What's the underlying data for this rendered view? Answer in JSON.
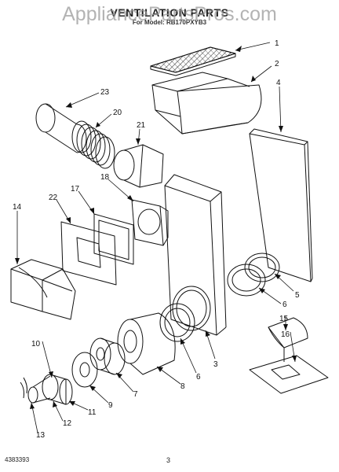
{
  "header": {
    "title": "VENTILATION PARTS",
    "subtitle": "For Model: RB170PXYB3",
    "watermark": "AppliancePartsPros.com"
  },
  "footer": {
    "doc_number": "4383393",
    "page_number": "3"
  },
  "callouts": [
    {
      "label": "1"
    },
    {
      "label": "2"
    },
    {
      "label": "4"
    },
    {
      "label": "23"
    },
    {
      "label": "20"
    },
    {
      "label": "21"
    },
    {
      "label": "18"
    },
    {
      "label": "17"
    },
    {
      "label": "22"
    },
    {
      "label": "14"
    },
    {
      "label": "5"
    },
    {
      "label": "6"
    },
    {
      "label": "15"
    },
    {
      "label": "16"
    },
    {
      "label": "3"
    },
    {
      "label": "6"
    },
    {
      "label": "10"
    },
    {
      "label": "8"
    },
    {
      "label": "7"
    },
    {
      "label": "9"
    },
    {
      "label": "11"
    },
    {
      "label": "12"
    },
    {
      "label": "13"
    }
  ]
}
